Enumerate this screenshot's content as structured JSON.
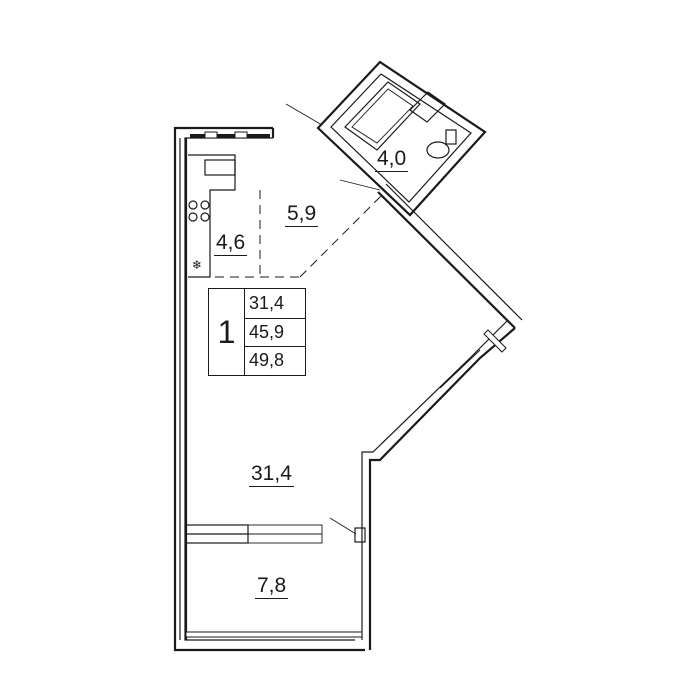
{
  "rooms": {
    "main": "31,4",
    "kitchen": "4,6",
    "hall": "5,9",
    "bathroom": "4,0",
    "balcony": "7,8"
  },
  "summary": {
    "room_count": "1",
    "areas": [
      "31,4",
      "45,9",
      "49,8"
    ]
  },
  "icons": {
    "freezer": "❄"
  }
}
